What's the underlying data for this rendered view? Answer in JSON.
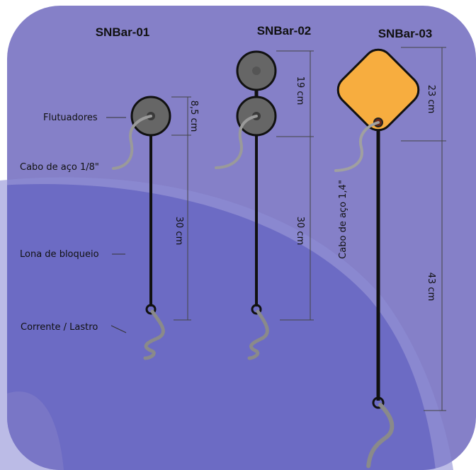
{
  "titles": {
    "snbar01": "SNBar-01",
    "snbar02": "SNBar-02",
    "snbar03": "SNBar-03"
  },
  "labels": {
    "floats": "Flutuadores",
    "steel_cable_18": "Cabo de aço 1/8\"",
    "blocking_canvas": "Lona de bloqueio",
    "chain_ballast": "Corrente / Lastro",
    "steel_cable_14": "Cabo de aço 1,4\""
  },
  "dimensions": {
    "b1_float": "8,5 cm",
    "b1_line": "30 cm",
    "b2_float": "19 cm",
    "b2_line": "30 cm",
    "b3_float": "23 cm",
    "b3_line": "43 cm"
  },
  "colors": {
    "background": "#8580c8",
    "blob": "#6c6bc4",
    "float_gray": "#666666",
    "float_orange": "#f7ad3f",
    "line": "#111111",
    "cable": "#9a9a9a"
  }
}
